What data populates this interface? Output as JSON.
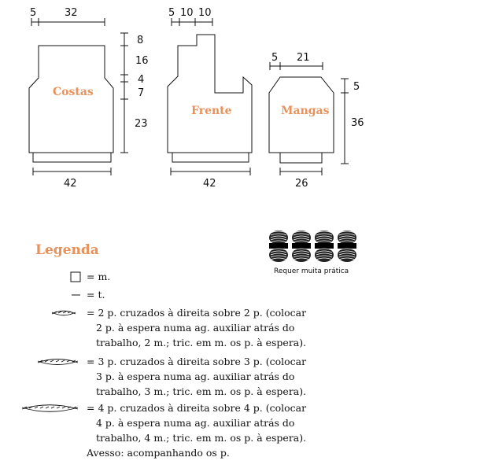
{
  "pieces": {
    "back": {
      "label": "Costas",
      "width_top": "32",
      "shoulder": "5",
      "heights": [
        "8",
        "16",
        "4",
        "7",
        "23"
      ],
      "width_bottom": "42"
    },
    "front": {
      "label": "Frente",
      "top_widths": [
        "5",
        "10",
        "10"
      ],
      "width_bottom": "42"
    },
    "sleeves": {
      "label": "Mangas",
      "shoulder": "5",
      "width_top": "21",
      "heights": [
        "5",
        "36"
      ],
      "width_bottom": "26"
    }
  },
  "difficulty": {
    "caption": "Requer muita prática",
    "skeins": 4
  },
  "legend": {
    "title": "Legenda",
    "items": [
      {
        "symbol": "square-symbol",
        "lines": [
          "= m."
        ]
      },
      {
        "symbol": "dash-symbol",
        "lines": [
          "= t."
        ]
      },
      {
        "symbol": "cable-2-symbol",
        "lines": [
          "= 2 p. cruzados à direita sobre 2 p. (colocar",
          "2 p. à espera numa ag. auxiliar atrás do",
          "trabalho, 2 m.; tric. em m. os p. à espera)."
        ]
      },
      {
        "symbol": "cable-3-symbol",
        "lines": [
          "= 3 p. cruzados à direita sobre 3 p. (colocar",
          "3 p. à espera numa ag. auxiliar atrás do",
          "trabalho, 3 m.; tric. em m. os p. à espera)."
        ]
      },
      {
        "symbol": "cable-4-symbol",
        "lines": [
          "= 4 p. cruzados à direita sobre 4 p. (colocar",
          "4 p. à espera numa ag. auxiliar atrás do",
          "trabalho, 4 m.; tric. em m. os p. à espera)."
        ]
      }
    ],
    "note": "Avesso: acompanhando os p."
  }
}
